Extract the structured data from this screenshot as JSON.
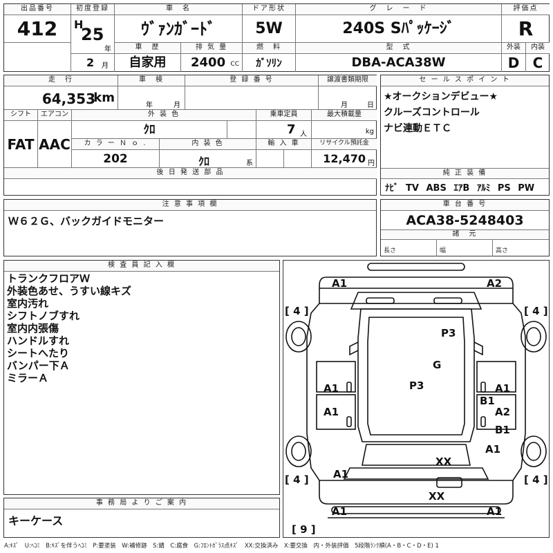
{
  "top": {
    "lot": {
      "label": "出品番号",
      "value": "412"
    },
    "first_reg": {
      "label": "初度登録",
      "era": "H",
      "year": "25",
      "year_unit": "年",
      "month": "2",
      "month_unit": "月"
    },
    "car_name": {
      "label": "車　名",
      "value": "ｳﾞｧﾝｶﾞｰﾄﾞ"
    },
    "door": {
      "label": "ドア形状",
      "value": "5W"
    },
    "grade": {
      "label": "グ　レ　ー　ド",
      "value": "240S Sﾊﾟｯｹｰｼﾞ"
    },
    "score": {
      "label": "評価点",
      "value": "R"
    },
    "history": {
      "label": "車　歴",
      "value": "自家用"
    },
    "displacement": {
      "label": "排 気 量",
      "value": "2400",
      "unit": "CC"
    },
    "fuel": {
      "label": "燃　料",
      "value": "ｶﾞｿﾘﾝ"
    },
    "model": {
      "label": "型　式",
      "value": "DBA-ACA38W"
    },
    "exterior": {
      "label": "外装",
      "value": "D"
    },
    "interior": {
      "label": "内装",
      "value": "C"
    }
  },
  "row2": {
    "mileage": {
      "label": "走　行",
      "value": "64,353",
      "unit": "km"
    },
    "inspection": {
      "label": "車　検",
      "year_unit": "年",
      "month_unit": "月"
    },
    "reg_no": {
      "label": "登 録 番 号"
    },
    "transfer_deadline": {
      "label": "譲渡書類期限",
      "month_unit": "月",
      "day_unit": "日"
    },
    "shift": {
      "label": "シフト",
      "value": "FAT"
    },
    "aircon": {
      "label": "エアコン",
      "value": "AAC"
    },
    "ext_color": {
      "label": "外 装 色",
      "value": "ｸﾛ"
    },
    "capacity": {
      "label": "乗車定員",
      "value": "7",
      "unit": "人"
    },
    "max_load": {
      "label": "最大積載量",
      "unit": "kg"
    },
    "color_no": {
      "label": "カ ラ ー Ｎ ｏ .",
      "value": "202"
    },
    "int_color": {
      "label": "内 装 色",
      "value": "ｸﾛ",
      "unit": "系"
    },
    "import": {
      "label": "輸 入 車"
    },
    "recycle": {
      "label": "リサイクル預託金",
      "value": "12,470",
      "unit": "円"
    },
    "aftermarket": {
      "label": "後 日 発 送 部 品"
    }
  },
  "sales_points": {
    "label": "セ ー ル ス ポ イ ン ト",
    "items": [
      "★オークションデビュー★",
      "クルーズコントロール",
      "ナビ連動ＥＴＣ"
    ]
  },
  "genuine_equipment": {
    "label": "純 正 装 備",
    "items": [
      "ﾅﾋﾞ",
      "TV",
      "ABS",
      "ｴｱB",
      "ｱﾙﾐ",
      "PS",
      "PW"
    ]
  },
  "notes": {
    "label": "注 意 事 項 欄",
    "value": "Ｗ６２Ｇ、バックガイドモニター"
  },
  "chassis": {
    "label": "車 台 番 号",
    "value": "ACA38-5248403"
  },
  "specs": {
    "label": "諸　元",
    "length": "長さ",
    "width": "幅",
    "height": "高さ"
  },
  "inspector": {
    "label": "検 査 員 記 入 欄",
    "lines": [
      "トランクフロアＷ",
      "外装色あせ、うすい線キズ",
      "室内汚れ",
      "シフトノブすれ",
      "室内内張傷",
      "ハンドルすれ",
      "シートへたり",
      "バンパー下Ａ",
      "ミラーＡ"
    ]
  },
  "office": {
    "label": "事 務 局 よ り ご 案 内",
    "value": "キーケース"
  },
  "diagram": {
    "marks": {
      "a1_fl": "A1",
      "a2_fr": "A2",
      "tire_fl": "[ 4 ]",
      "tire_fr": "[ 4 ]",
      "tire_rl": "[ 4 ]",
      "tire_rr": "[ 4 ]",
      "spare": "[ 9 ]",
      "p3_roof": "P3",
      "g_glass": "G",
      "p3_center": "P3",
      "a1_left_door1": "A1",
      "a1_left_door2": "A1",
      "a1_right_door1": "A1",
      "b1_right1": "B1",
      "a2_right": "A2",
      "b1_right2": "B1",
      "a1_right_rear": "A1",
      "a1_left_rear": "A1",
      "xx_trunk": "XX",
      "xx_bumper": "XX",
      "a1_rl": "A1",
      "a1_rr": "A1"
    }
  },
  "legend": "A:ｷｽﾞ　U:ﾍｺﾐ　B:ｷｽﾞを伴うﾍｺﾐ　P:要塗装　W:補修跡　S:錆　C:腐食　G:ﾌﾛﾝﾄｶﾞﾗｽ点ｷｽﾞ　XX:交換済み　X:要交換　内・外装評価　5段階ﾗﾝｸ順(A・B・C・D・E) 1"
}
